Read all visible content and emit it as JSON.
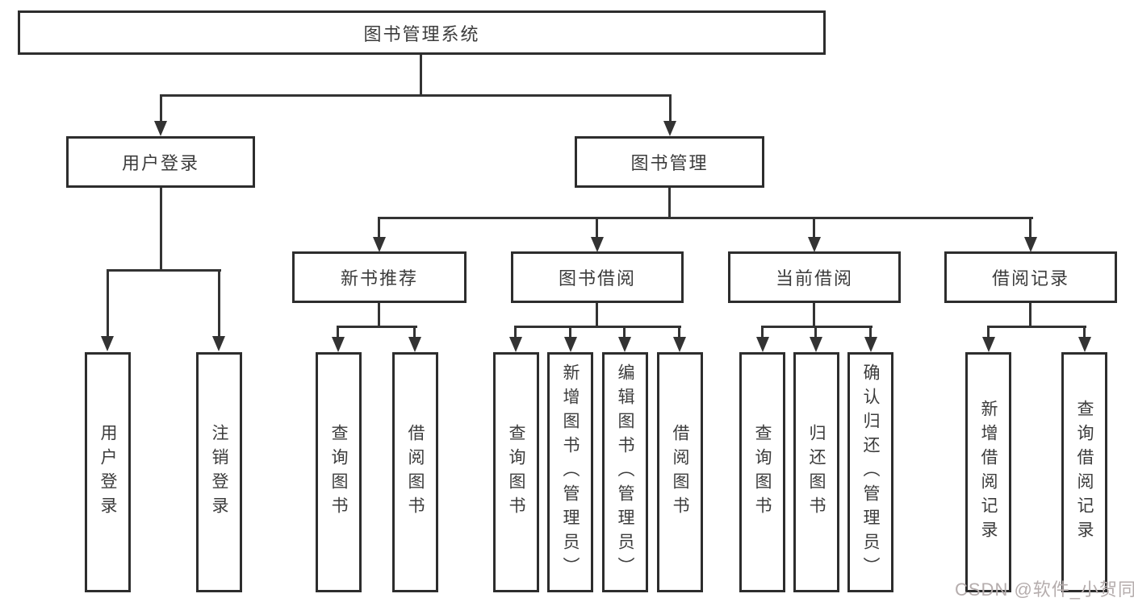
{
  "tree": {
    "root": "图书管理系统",
    "branches": [
      {
        "label": "用户登录",
        "children": [
          "用户登录",
          "注销登录"
        ]
      },
      {
        "label": "图书管理",
        "groups": [
          {
            "label": "新书推荐",
            "children": [
              "查询图书",
              "借阅图书"
            ]
          },
          {
            "label": "图书借阅",
            "children": [
              "查询图书",
              "新增图书（管理员）",
              "编辑图书（管理员）",
              "借阅图书"
            ]
          },
          {
            "label": "当前借阅",
            "children": [
              "查询图书",
              "归还图书",
              "确认归还（管理员）"
            ]
          },
          {
            "label": "借阅记录",
            "children": [
              "新增借阅记录",
              "查询借阅记录"
            ]
          }
        ]
      }
    ]
  },
  "watermark": "CSDN @软件_小贺同学",
  "colors": {
    "line": "#333333",
    "border": "#2d2d2d",
    "text": "#3c3c3c",
    "watermark": "#b5adad",
    "background": "#ffffff"
  }
}
